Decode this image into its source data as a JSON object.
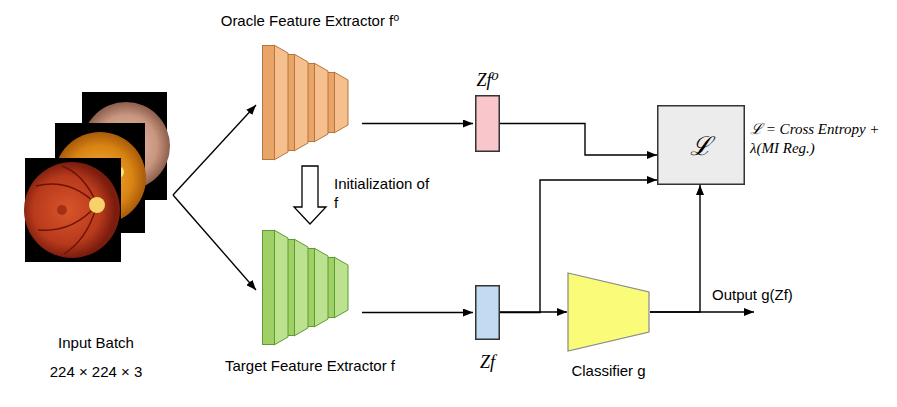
{
  "diagram": {
    "nodes": [
      {
        "text": [
          "Input Batch",
          "224 × 224 × 3"
        ]
      },
      {
        "text": [
          "Oracle Feature Extractor f⁰"
        ]
      },
      {
        "text": [
          "Zf⁰"
        ]
      },
      {
        "text": [
          "Target Feature Extractor f"
        ]
      },
      {
        "text": [
          "Zf"
        ]
      },
      {
        "text": [
          "Classifier g"
        ]
      },
      {
        "text": [
          "ℒ"
        ]
      }
    ],
    "edges": [
      {
        "from": 0,
        "to": 1,
        "arrow": "to"
      },
      {
        "from": 0,
        "to": 3,
        "arrow": "to"
      },
      {
        "from": 1,
        "to": 2,
        "arrow": "to"
      },
      {
        "from": 3,
        "to": 4,
        "arrow": "to"
      },
      {
        "from": 2,
        "to": 6,
        "arrow": "to"
      },
      {
        "from": 4,
        "to": 6,
        "arrow": "to"
      },
      {
        "from": 4,
        "to": 5,
        "arrow": "to"
      },
      {
        "from": 5,
        "to": 6,
        "arrow": "to"
      },
      {
        "from": 1,
        "to": 3,
        "label": "Initialization of f",
        "arrow": "to"
      }
    ],
    "labels": [
      "ℒ = Cross Entropy + λ(MI Reg.)",
      "Output g(Zf)"
    ]
  }
}
